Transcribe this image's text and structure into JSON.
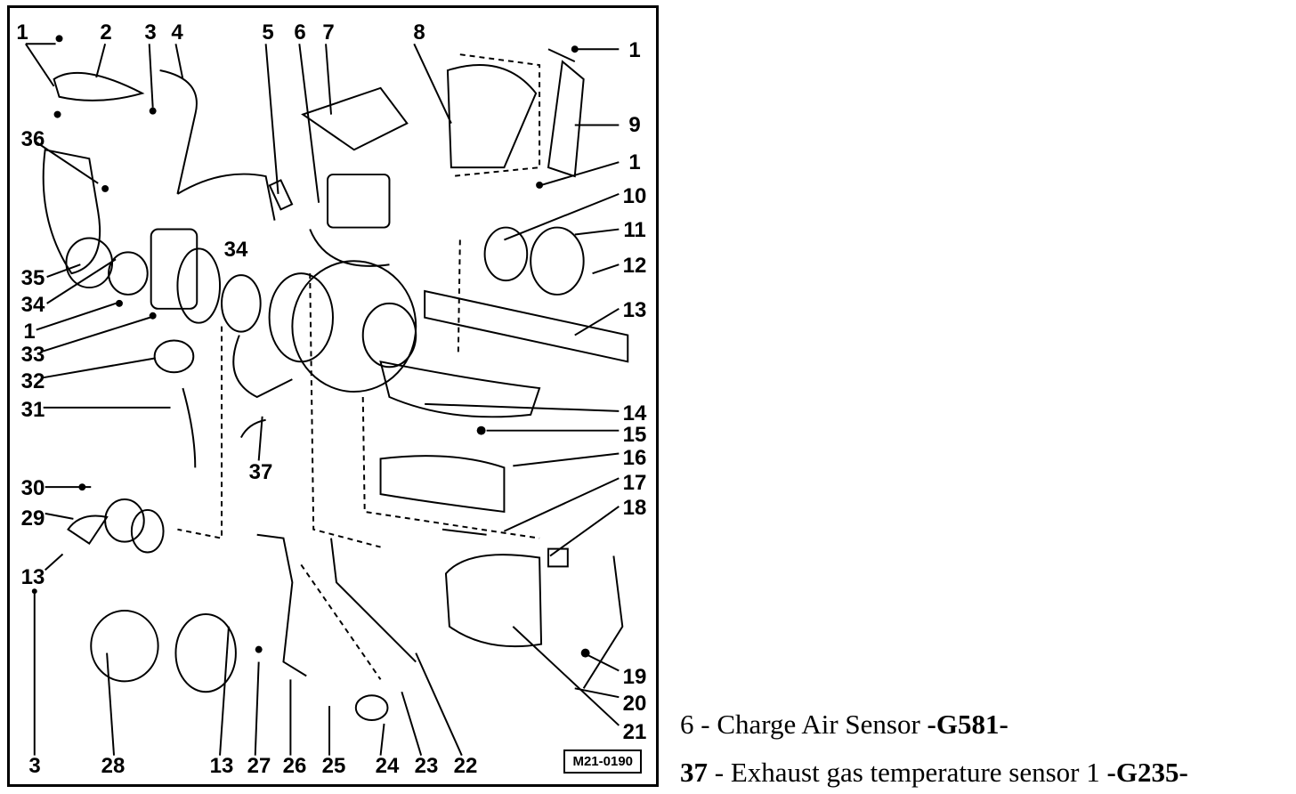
{
  "diagram": {
    "reference_code": "M21-0190",
    "callouts": [
      "1",
      "2",
      "3",
      "4",
      "5",
      "6",
      "7",
      "8",
      "1",
      "9",
      "36",
      "1",
      "10",
      "11",
      "12",
      "35",
      "34",
      "34",
      "1",
      "13",
      "33",
      "32",
      "31",
      "14",
      "15",
      "16",
      "37",
      "17",
      "30",
      "29",
      "13",
      "18",
      "19",
      "20",
      "21",
      "3",
      "28",
      "13",
      "27",
      "26",
      "25",
      "24",
      "23",
      "22"
    ]
  },
  "legend": [
    {
      "num": "6",
      "sep": " - ",
      "text": "Charge Air Sensor  ",
      "code": "-G581-"
    },
    {
      "num": "37",
      "sep": " - ",
      "text": "Exhaust gas temperature sensor 1 ",
      "code": "-G235-"
    }
  ]
}
